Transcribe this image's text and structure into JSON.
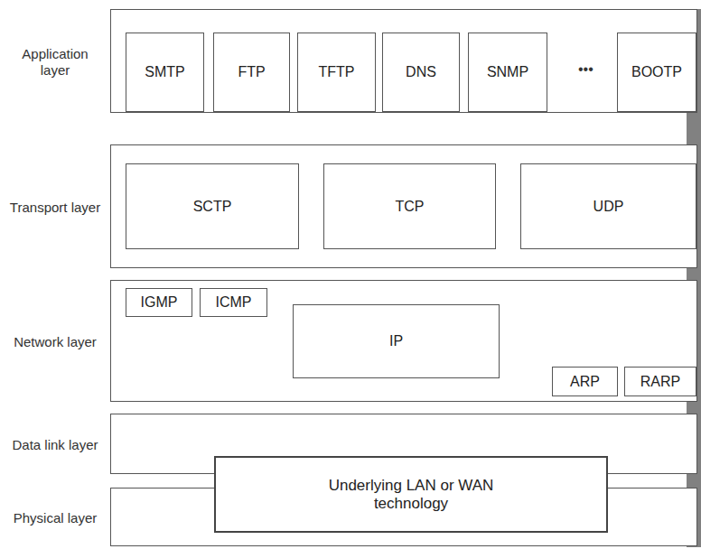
{
  "diagram": {
    "nodes": [
      {
        "text": [
          "Application layer"
        ]
      },
      {
        "text": [
          "SMTP"
        ],
        "in": 0
      },
      {
        "text": [
          "FTP"
        ],
        "in": 0
      },
      {
        "text": [
          "TFTP"
        ],
        "in": 0
      },
      {
        "text": [
          "DNS"
        ],
        "in": 0
      },
      {
        "text": [
          "SNMP"
        ],
        "in": 0
      },
      {
        "text": [
          "BOOTP"
        ],
        "in": 0
      },
      {
        "text": [
          "Transport layer"
        ]
      },
      {
        "text": [
          "SCTP"
        ],
        "in": 7
      },
      {
        "text": [
          "TCP"
        ],
        "in": 7
      },
      {
        "text": [
          "UDP"
        ],
        "in": 7
      },
      {
        "text": [
          "Network layer"
        ]
      },
      {
        "text": [
          "IGMP"
        ],
        "in": 11
      },
      {
        "text": [
          "ICMP"
        ],
        "in": 11
      },
      {
        "text": [
          "IP"
        ],
        "in": 11
      },
      {
        "text": [
          "ARP"
        ],
        "in": 11
      },
      {
        "text": [
          "RARP"
        ],
        "in": 11
      },
      {
        "text": [
          "Data link layer"
        ]
      },
      {
        "text": [
          "Physical layer"
        ]
      },
      {
        "text": [
          "Underlying LAN or WAN technology"
        ]
      }
    ],
    "edges": [],
    "labels": [
      "•••"
    ]
  }
}
